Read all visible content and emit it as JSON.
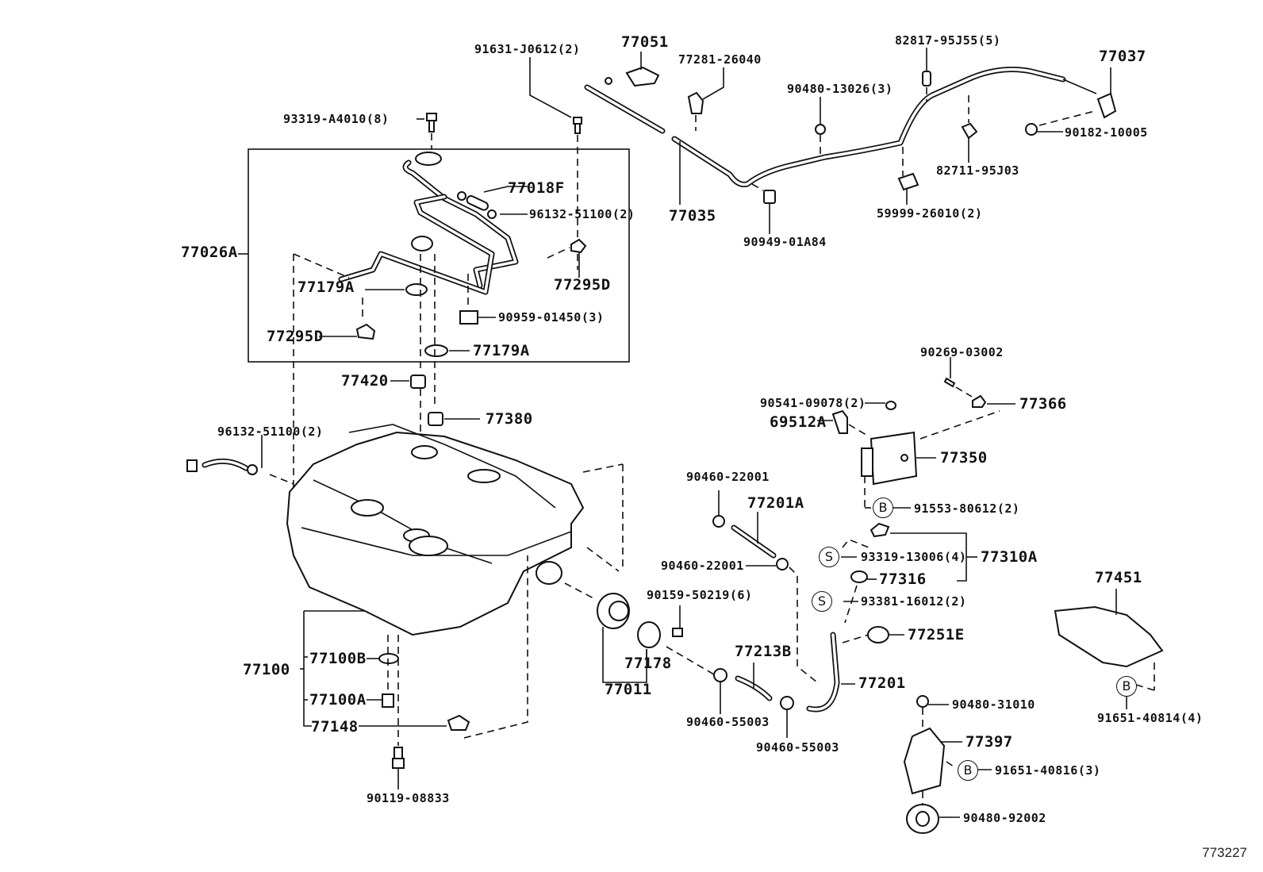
{
  "diagram": {
    "title": "Fuel Tank & Tube Parts Diagram",
    "figure_number": "773227",
    "group_box_label": "77026A",
    "labels": {
      "p91631": "91631-J0612(2)",
      "p93319a": "93319-A4010(8)",
      "p77051": "77051",
      "p77281": "77281-26040",
      "p82817": "82817-95J55(5)",
      "p77037": "77037",
      "p90480_13026": "90480-13026(3)",
      "p90182": "90182-10005",
      "p82711": "82711-95J03",
      "p59999": "59999-26010(2)",
      "p77035": "77035",
      "p90949": "90949-01A84",
      "p77018F": "77018F",
      "p96132_top": "96132-51100(2)",
      "p77026A": "77026A",
      "p77295D_r": "77295D",
      "p77179A_1": "77179A",
      "p90959": "90959-01450(3)",
      "p77295D_l": "77295D",
      "p77179A_2": "77179A",
      "p77420": "77420",
      "p77380": "77380",
      "p96132_left": "96132-51100(2)",
      "p90269": "90269-03002",
      "p90541": "90541-09078(2)",
      "p77366": "77366",
      "p69512A": "69512A",
      "p77350": "77350",
      "p91553": "91553-80612(2)",
      "p90460_22001_a": "90460-22001",
      "p77201A": "77201A",
      "p90460_22001_b": "90460-22001",
      "p93319_13006": "93319-13006(4)",
      "p77310A": "77310A",
      "p77316": "77316",
      "p93381": "93381-16012(2)",
      "p77251E": "77251E",
      "p90159": "90159-50219(6)",
      "p77178": "77178",
      "p77011": "77011",
      "p77213B": "77213B",
      "p77201": "77201",
      "p90460_55003_a": "90460-55003",
      "p90460_55003_b": "90460-55003",
      "p90480_31010": "90480-31010",
      "p77397": "77397",
      "p91651_40816": "91651-40816(3)",
      "p90480_92002": "90480-92002",
      "p77451": "77451",
      "p91651_40814": "91651-40814(4)",
      "p77100": "77100",
      "p77100B": "77100B",
      "p77100A": "77100A",
      "p77148": "77148",
      "p90119": "90119-08833"
    },
    "markers": {
      "b": "B",
      "s": "S"
    }
  }
}
